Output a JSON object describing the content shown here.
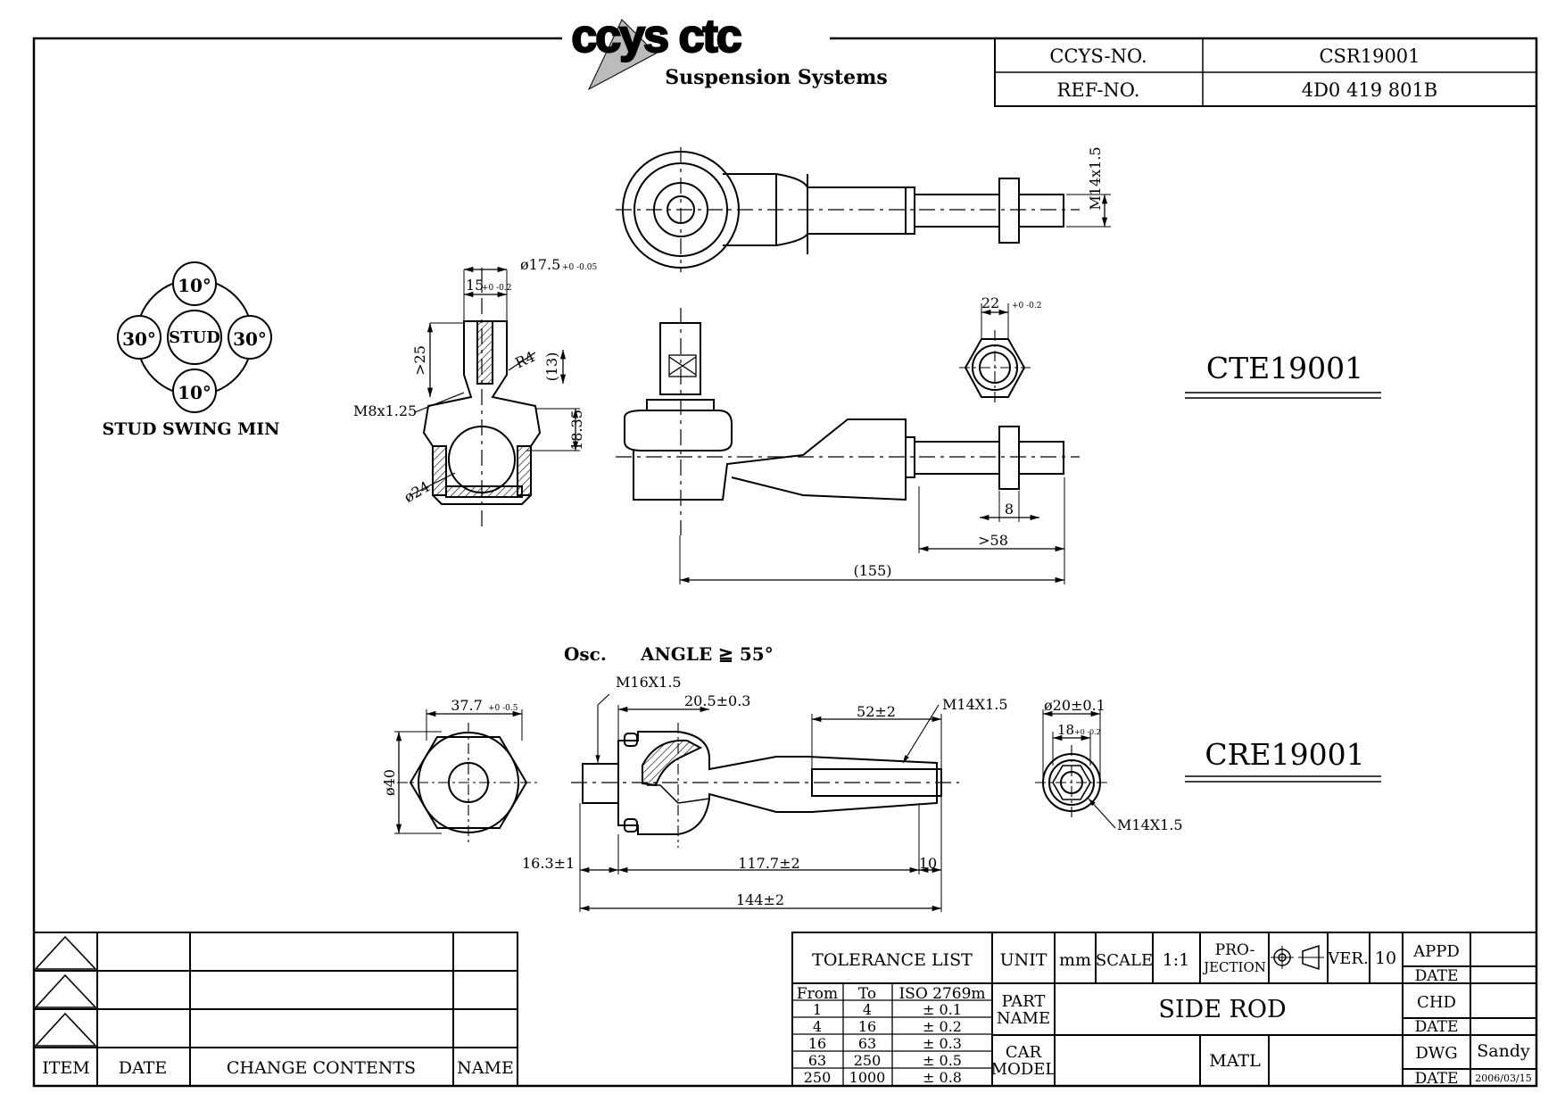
{
  "header": {
    "logo_text": "ccys ctc",
    "subtitle": "Suspension Systems",
    "ccys_label": "CCYS-NO.",
    "ccys_value": "CSR19001",
    "ref_label": "REF-NO.",
    "ref_value": "4D0 419 801B"
  },
  "stud_swing": {
    "top": "10°",
    "bottom": "10°",
    "left": "30°",
    "right": "30°",
    "center": "STUD",
    "caption": "STUD SWING MIN"
  },
  "cte": {
    "title": "CTE19001",
    "dims": {
      "m14_top": "M14x1.5",
      "dia_17_5": "ø17.5",
      "dia_17_5_tol": "+0 -0.05",
      "d15": "15",
      "d15_tol": "+0 -0.2",
      "gt25": ">25",
      "r4": "R4",
      "d13": "(13)",
      "m8": "M8x1.25",
      "d18_35": "18.35",
      "dia24": "ø24",
      "d22": "22",
      "d22_tol": "+0 -0.2",
      "d8": "8",
      "gt58": ">58",
      "d155": "(155)"
    }
  },
  "cre": {
    "title": "CRE19001",
    "osc": "Osc.",
    "angle": "ANGLE ≧ 55°",
    "dims": {
      "d37_7": "37.7",
      "d37_7_tol": "+0 -0.5",
      "dia40": "ø40",
      "m16": "M16X1.5",
      "d20_5": "20.5±0.3",
      "d52": "52±2",
      "m14a": "M14X1.5",
      "dia20": "ø20±0.1",
      "d18": "18",
      "d18_tol": "+0 -0.2",
      "m14b": "M14X1.5",
      "d16_3": "16.3±1",
      "d117_7": "117.7±2",
      "d10": "10",
      "d144": "144±2"
    }
  },
  "change_table": {
    "headers": [
      "ITEM",
      "DATE",
      "CHANGE CONTENTS",
      "NAME"
    ]
  },
  "title_block": {
    "tolerance_list": "TOLERANCE LIST",
    "tol_headers": [
      "From",
      "To",
      "ISO 2769m"
    ],
    "tol_rows": [
      [
        "1",
        "4",
        "± 0.1"
      ],
      [
        "4",
        "16",
        "± 0.2"
      ],
      [
        "16",
        "63",
        "± 0.3"
      ],
      [
        "63",
        "250",
        "± 0.5"
      ],
      [
        "250",
        "1000",
        "± 0.8"
      ]
    ],
    "unit_label": "UNIT",
    "unit_value": "mm",
    "scale_label": "SCALE",
    "scale_value": "1:1",
    "projection_label_1": "PRO-",
    "projection_label_2": "JECTION",
    "ver_label": "VER.",
    "ver_value": "10",
    "part_name_label_1": "PART",
    "part_name_label_2": "NAME",
    "part_name_value": "SIDE ROD",
    "car_model_label_1": "CAR",
    "car_model_label_2": "MODEL",
    "matl_label": "MATL",
    "appd": "APPD",
    "date1": "DATE",
    "chd": "CHD",
    "date2": "DATE",
    "dwg": "DWG",
    "dwg_value": "Sandy",
    "date3": "DATE",
    "date3_value": "2006/03/15"
  }
}
